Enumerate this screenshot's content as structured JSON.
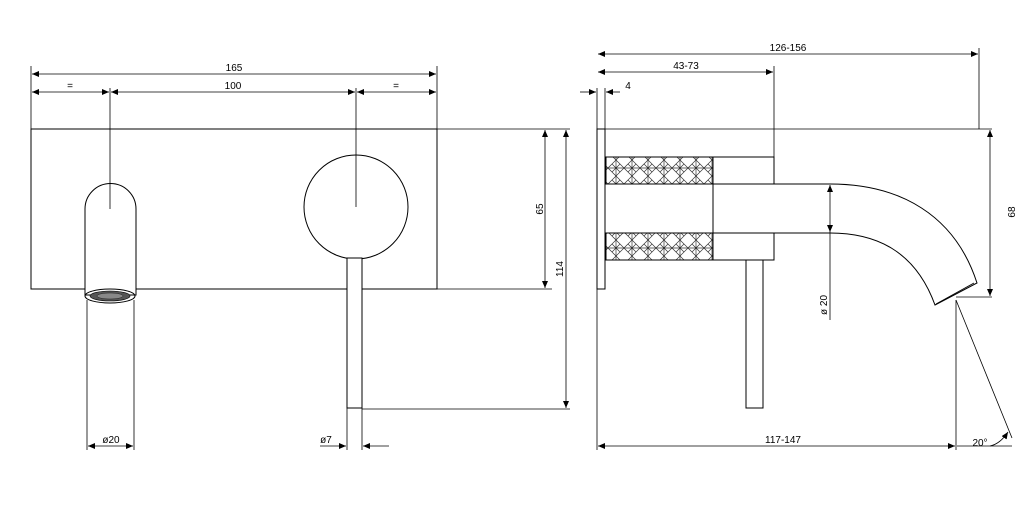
{
  "front_view": {
    "dim_total_width": "165",
    "dim_equal_left": "=",
    "dim_center_distance": "100",
    "dim_equal_right": "=",
    "dim_plate_height": "65",
    "dim_overall_height": "114",
    "dim_spout_diameter": "ø20",
    "dim_lever_diameter": "ø7"
  },
  "side_view": {
    "dim_total_projection": "126-156",
    "dim_body_projection": "43-73",
    "dim_plate_thickness": "4",
    "dim_spout_height": "68",
    "dim_spout_diameter": "ø 20",
    "dim_spout_reach": "117-147",
    "dim_angle": "20°"
  },
  "colors": {
    "line": "#000000",
    "background": "#ffffff",
    "aerator": "#555555"
  }
}
